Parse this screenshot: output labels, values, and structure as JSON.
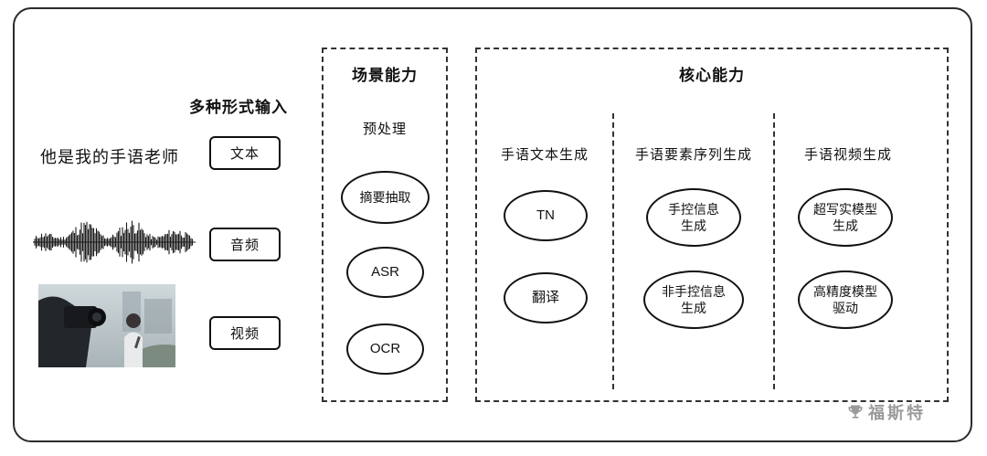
{
  "colors": {
    "line": "#1a1a1a",
    "watermark": "#9b9b9b"
  },
  "input": {
    "header": "多种形式输入",
    "sample_text": "他是我的手语老师",
    "audio_icon": "waveform-icon",
    "video_icon": "video-thumbnail",
    "types": [
      {
        "label": "文本"
      },
      {
        "label": "音频"
      },
      {
        "label": "视频"
      }
    ]
  },
  "scene": {
    "title": "场景能力",
    "subtitle": "预处理",
    "nodes": [
      "摘要抽取",
      "ASR",
      "OCR"
    ]
  },
  "core": {
    "title": "核心能力",
    "columns": [
      {
        "header": "手语文本生成",
        "nodes": [
          {
            "lines": [
              "TN"
            ]
          },
          {
            "lines": [
              "翻译"
            ]
          }
        ]
      },
      {
        "header": "手语要素序列生成",
        "nodes": [
          {
            "lines": [
              "手控信息",
              "生成"
            ]
          },
          {
            "lines": [
              "非手控信息",
              "生成"
            ]
          }
        ]
      },
      {
        "header": "手语视频生成",
        "nodes": [
          {
            "lines": [
              "超写实模型",
              "生成"
            ]
          },
          {
            "lines": [
              "高精度模型",
              "驱动"
            ]
          }
        ]
      }
    ]
  },
  "watermark": {
    "icon": "trophy-icon",
    "text": "福斯特"
  }
}
